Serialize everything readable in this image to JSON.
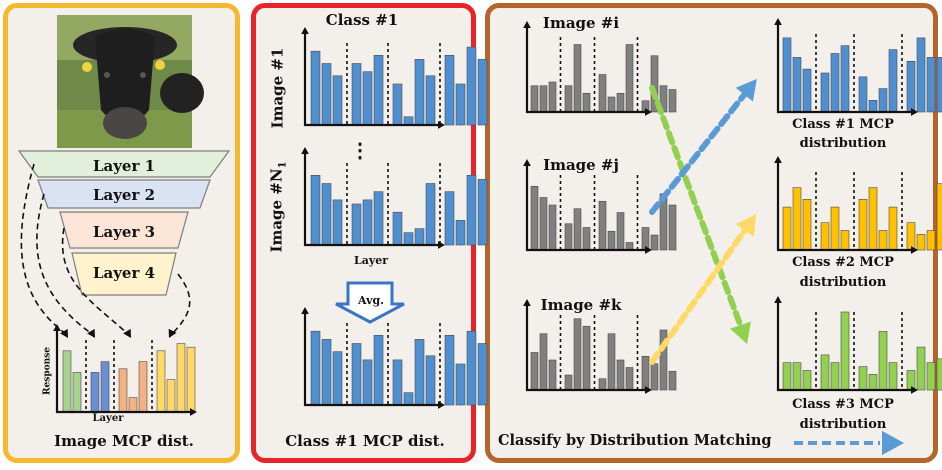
{
  "panel1": {
    "layers": [
      "Layer 1",
      "Layer 2",
      "Layer 3",
      "Layer 4"
    ],
    "chart": {
      "ylabel": "Response",
      "xlabel": "Layer",
      "caption": "Image MCP dist.",
      "groups": [
        {
          "color": "#a9d18e",
          "values": [
            0.85,
            0.55
          ]
        },
        {
          "color": "#6a8fd0",
          "values": [
            0.55,
            0.7
          ]
        },
        {
          "color": "#f4b183",
          "values": [
            0.6,
            0.2,
            0.7
          ]
        },
        {
          "color": "#ffd966",
          "values": [
            0.85,
            0.45,
            0.95,
            0.9
          ]
        }
      ]
    }
  },
  "panel2": {
    "title": "Class #1",
    "image1_label": "Image #1",
    "imageN_label": "Image #N",
    "imageN_sub": "1",
    "ellipsis": "⋮",
    "xlabel": "Layer",
    "avg_label": "Avg.",
    "caption": "Class #1 MCP dist.",
    "bar_color": "#4f8fd0",
    "chart_a": [
      [
        0.9,
        0.75,
        0.6
      ],
      [
        0.75,
        0.65,
        0.85
      ],
      [
        0.5,
        0.1,
        0.8,
        0.6
      ],
      [
        0.85,
        0.5,
        0.95,
        0.8
      ]
    ],
    "chart_b": [
      [
        0.85,
        0.75,
        0.55
      ],
      [
        0.5,
        0.55,
        0.65
      ],
      [
        0.4,
        0.15,
        0.2,
        0.75
      ],
      [
        0.65,
        0.3,
        0.85,
        0.8
      ]
    ],
    "chart_c": [
      [
        0.9,
        0.8,
        0.65
      ],
      [
        0.75,
        0.55,
        0.85
      ],
      [
        0.55,
        0.15,
        0.8,
        0.6
      ],
      [
        0.85,
        0.5,
        0.9,
        0.75
      ]
    ]
  },
  "panel3": {
    "image_i": "Image #i",
    "image_j": "Image #j",
    "image_k": "Image #k",
    "gray_color": "#808080",
    "chart_i": [
      [
        0.35,
        0.35,
        0.4
      ],
      [
        0.35,
        0.9,
        0.25
      ],
      [
        0.5,
        0.2,
        0.25,
        0.9
      ],
      [
        0.15,
        0.75,
        0.35,
        0.3
      ]
    ],
    "chart_j": [
      [
        0.85,
        0.7,
        0.6
      ],
      [
        0.35,
        0.55,
        0.3
      ],
      [
        0.65,
        0.25,
        0.5,
        0.1
      ],
      [
        0.3,
        0.2,
        0.75,
        0.6
      ]
    ],
    "chart_k": [
      [
        0.5,
        0.75,
        0.4
      ],
      [
        0.2,
        0.95,
        0.85
      ],
      [
        0.15,
        0.75,
        0.4,
        0.3
      ],
      [
        0.45,
        0.35,
        0.8,
        0.25
      ]
    ],
    "targets": [
      {
        "line1": "Class #1 MCP",
        "line2": "distribution",
        "color": "#4f8fd0",
        "values": [
          [
            0.95,
            0.7,
            0.55
          ],
          [
            0.5,
            0.75,
            0.85
          ],
          [
            0.45,
            0.15,
            0.3,
            0.8
          ],
          [
            0.65,
            0.95,
            0.7,
            0.7
          ]
        ]
      },
      {
        "line1": "Class #2 MCP",
        "line2": "distribution",
        "color": "#ffc000",
        "values": [
          [
            0.55,
            0.8,
            0.65
          ],
          [
            0.35,
            0.55,
            0.25
          ],
          [
            0.65,
            0.8,
            0.25,
            0.55
          ],
          [
            0.35,
            0.2,
            0.25,
            0.85
          ]
        ]
      },
      {
        "line1": "Class #3 MCP",
        "line2": "distribution",
        "color": "#92d050",
        "values": [
          [
            0.35,
            0.35,
            0.25
          ],
          [
            0.45,
            0.35,
            1.0
          ],
          [
            0.3,
            0.2,
            0.75,
            0.35
          ],
          [
            0.25,
            0.55,
            0.35,
            0.4
          ]
        ]
      }
    ],
    "caption": "Classify by Distribution Matching"
  },
  "arrow_colors": {
    "green": "#92d050",
    "blue": "#5b9bd5",
    "yellow": "#ffd966"
  },
  "layer_colors": [
    "#e2efda",
    "#dae3f3",
    "#fbe5d6",
    "#fff2cc"
  ]
}
